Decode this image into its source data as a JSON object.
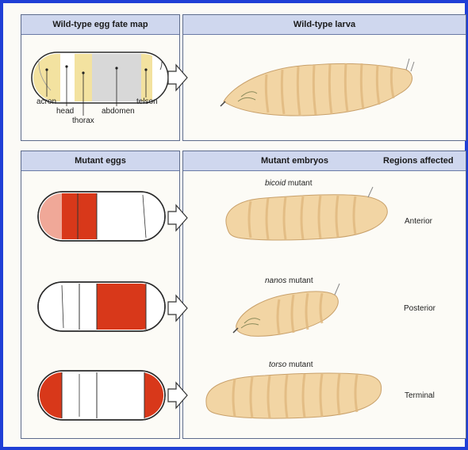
{
  "headers": {
    "wt_egg": "Wild-type egg fate map",
    "wt_larva": "Wild-type larva",
    "mutant_eggs": "Mutant eggs",
    "mutant_embryos": "Mutant embryos",
    "regions_affected": "Regions affected"
  },
  "fate_map": {
    "acron": "acron",
    "head": "head",
    "thorax": "thorax",
    "abdomen": "abdomen",
    "telson": "telson"
  },
  "mutants": [
    {
      "gene": "bicoid",
      "suffix": " mutant",
      "region": "Anterior"
    },
    {
      "gene": "nanos",
      "suffix": " mutant",
      "region": "Posterior"
    },
    {
      "gene": "torso",
      "suffix": " mutant",
      "region": "Terminal"
    }
  ],
  "colors": {
    "frame": "#1f3fd6",
    "header_bg": "#cfd7ee",
    "affected_red": "#d8381a",
    "affected_pink": "#f0a898",
    "fate_yellow": "#f3e2a0",
    "fate_gray": "#d8d8d8",
    "larva_fill": "#f2d5a4"
  }
}
